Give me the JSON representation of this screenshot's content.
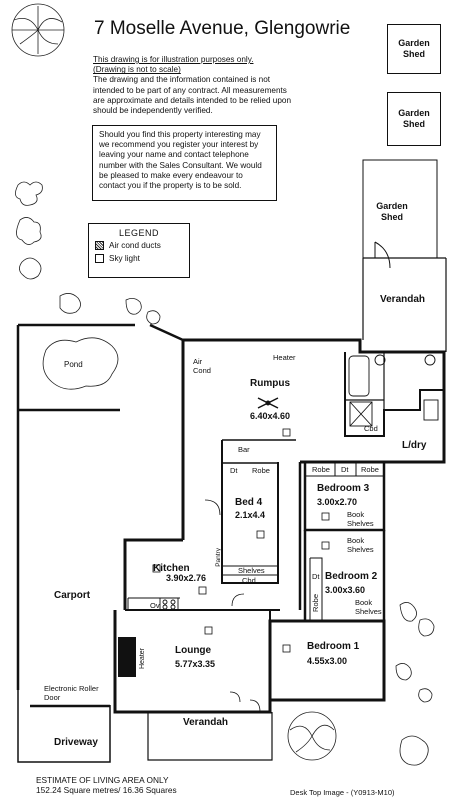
{
  "title": "7 Moselle Avenue, Glengowrie",
  "disclaimer": {
    "line1": "This drawing is for illustration purposes only.",
    "line2": "(Drawing is not to scale)",
    "body": "The drawing and the information contained is not intended to be part of any contract.  All measurements are approximate and details intended to be relied upon should be independently verified."
  },
  "info_box": "Should you find this property interesting may we recommend you register your interest by leaving your name and contact telephone number with the Sales Consultant. We would be pleased to make every endeavour to contact you if the property is to be sold.",
  "legend": {
    "title": "LEGEND",
    "items": [
      "Air cond ducts",
      "Sky light"
    ]
  },
  "sheds": [
    "Garden Shed",
    "Garden Shed",
    "Garden Shed"
  ],
  "rooms": {
    "verandah_rear": "Verandah",
    "pond": "Pond",
    "air_cond": "Air Cond",
    "heater_rumpus": "Heater",
    "rumpus": "Rumpus",
    "rumpus_size": "6.40x4.60",
    "cbd_wet": "Cbd",
    "ldry": "L/dry",
    "bar": "Bar",
    "dt1": "Dt",
    "robe1": "Robe",
    "robe2": "Robe",
    "dt2": "Dt",
    "robe3": "Robe",
    "bed4": "Bed 4",
    "bed4_size": "2.1x4.4",
    "bedroom3": "Bedroom 3",
    "bedroom3_size": "3.00x2.70",
    "book1": "Book",
    "shelves1": "Shelves",
    "book2": "Book",
    "shelves2": "Shelves",
    "pantry": "Pantry",
    "shelves_bed4": "Shelves",
    "cbd_bed4": "Cbd",
    "kitchen": "Kitchen",
    "kitchen_size": "3.90x2.76",
    "dt3": "Dt",
    "robe4": "Robe",
    "bedroom2": "Bedroom 2",
    "bedroom2_size": "3.00x3.60",
    "book3": "Book",
    "shelves3": "Shelves",
    "ov": "Ov",
    "carport": "Carport",
    "lounge": "Lounge",
    "lounge_size": "5.77x3.35",
    "heater_lounge": "Heater",
    "bedroom1": "Bedroom 1",
    "bedroom1_size": "4.55x3.00",
    "roller_door": "Electronic Roller Door",
    "verandah_front": "Verandah",
    "driveway": "Driveway"
  },
  "footer": {
    "line1": "ESTIMATE OF LIVING AREA ONLY",
    "line2": "152.24 Square metres/  16.36 Squares",
    "credit": "Desk Top Image - (Y0913-M10)"
  }
}
